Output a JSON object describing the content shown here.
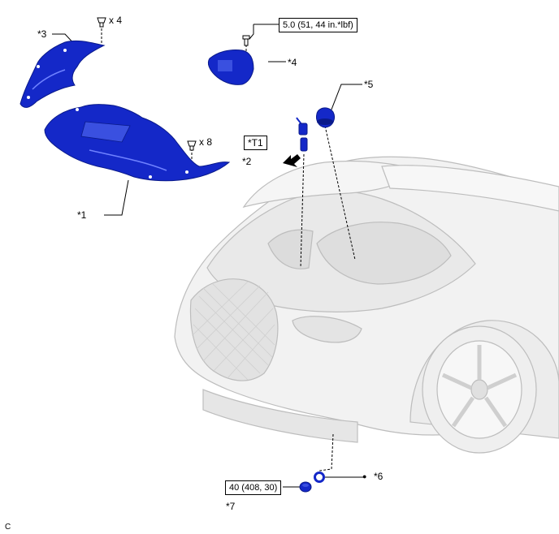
{
  "labels": {
    "part1": "*1",
    "part2": "*2",
    "part3": "*3",
    "part4": "*4",
    "part5": "*5",
    "part6": "*6",
    "part7": "*7",
    "tool_t1": "*T1",
    "qty_clip_top": "x 4",
    "qty_clip_mid": "x 8",
    "torque_top": "5.0 (51, 44 in.*lbf)",
    "torque_bottom": "40 (408, 30)",
    "corner_code": "C",
    "bullet": "●"
  },
  "colors": {
    "part_blue": "#1428c8",
    "part_blue_dark": "#0a1a8a",
    "car_fill": "#f2f2f2",
    "car_line": "#bdbdbd"
  }
}
